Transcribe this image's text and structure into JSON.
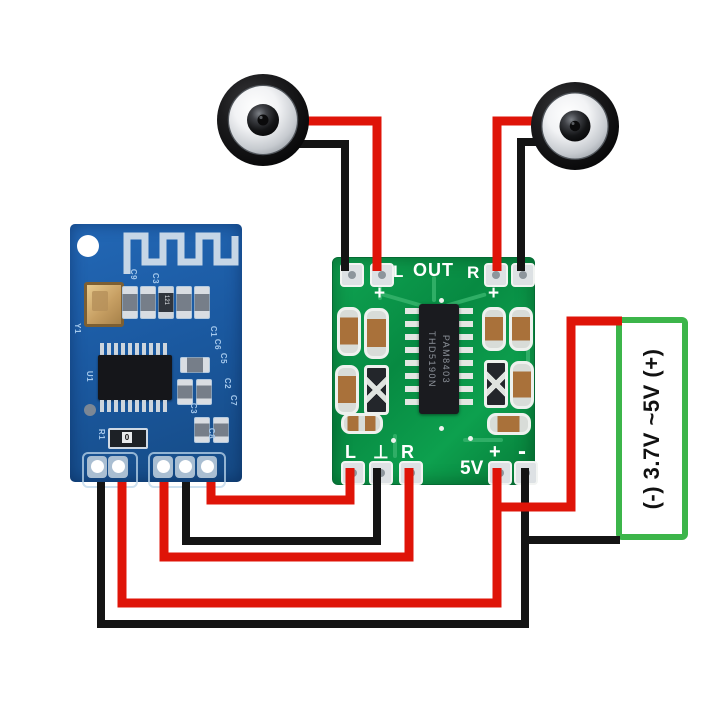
{
  "colors": {
    "wire_red": "#df1408",
    "wire_black": "#141414",
    "pcb_blue": "#1c5ba4",
    "pcb_green": "#089a4a",
    "battery_border_green": "#3cb54a",
    "silkscreen_white": "#ffffff"
  },
  "power_supply": {
    "label": "(-) 3.7V ~5V (+)"
  },
  "amplifier": {
    "out_left_label": "L",
    "out_label": "OUT",
    "out_right_label": "R",
    "out_left_plus": "+",
    "out_right_plus": "+",
    "chip_marking_line1": "PAM8403",
    "chip_marking_line2": "THD5190N",
    "in_left_label": "L",
    "in_ground_label": "⊥",
    "in_right_label": "R",
    "power_label": "5V",
    "power_plus": "+",
    "power_minus": "-"
  },
  "bluetooth": {
    "crystal_label": "Y1",
    "ic_label": "U1",
    "resistor_label": "R1",
    "resistor_marking": "0",
    "cap_marking": "121",
    "cap_labels": {
      "c9": "C9",
      "c3a": "C3",
      "c1": "C1",
      "c6": "C6",
      "c5": "C5",
      "c2": "C2",
      "c7": "C7",
      "c3b": "C3",
      "c8": "C8"
    }
  }
}
